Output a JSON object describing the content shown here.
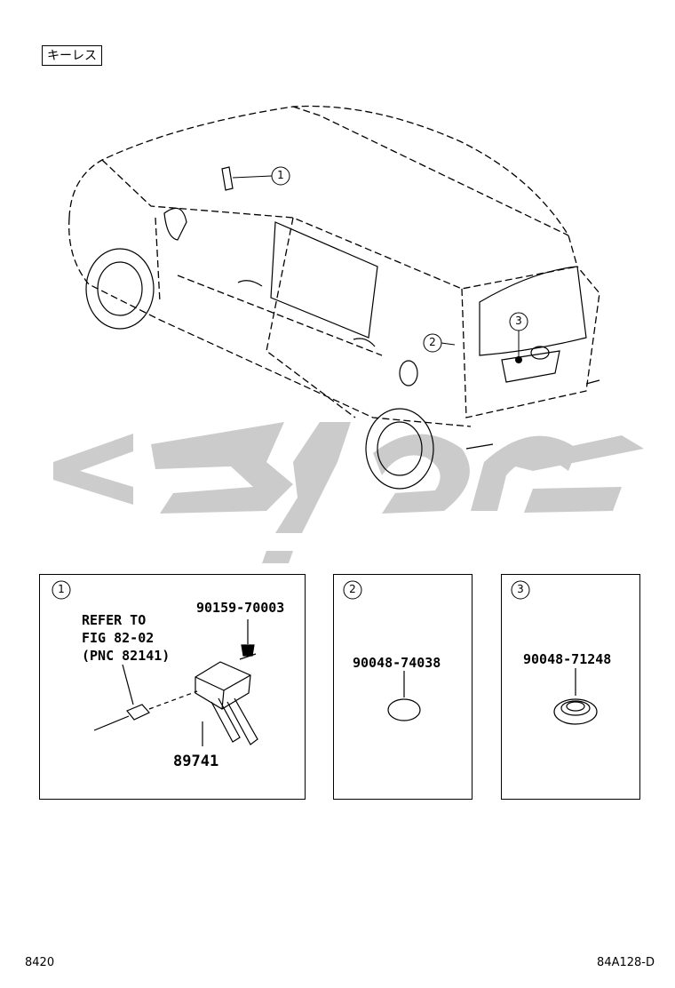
{
  "header": {
    "category_tag": "キーレス"
  },
  "callouts": {
    "c1": "1",
    "c2": "2",
    "c3": "3"
  },
  "panel1": {
    "number": "1",
    "refer_line1": "REFER TO",
    "refer_line2": "FIG 82-02",
    "refer_line3": "(PNC 82141)",
    "screw_part": "90159-70003",
    "module_part": "89741"
  },
  "panel2": {
    "number": "2",
    "part": "90048-74038"
  },
  "panel3": {
    "number": "3",
    "part": "90048-71248"
  },
  "footer": {
    "page_code": "8420",
    "figure_id": "84A128-D"
  },
  "watermark": {
    "color": "#c9c9c9"
  },
  "icons": {
    "car": "hatchback-car-outline",
    "screw": "screw-icon",
    "module": "receiver-module-icon",
    "plug": "plug-icon",
    "oval": "oval-plug-icon",
    "grommet": "grommet-icon"
  }
}
